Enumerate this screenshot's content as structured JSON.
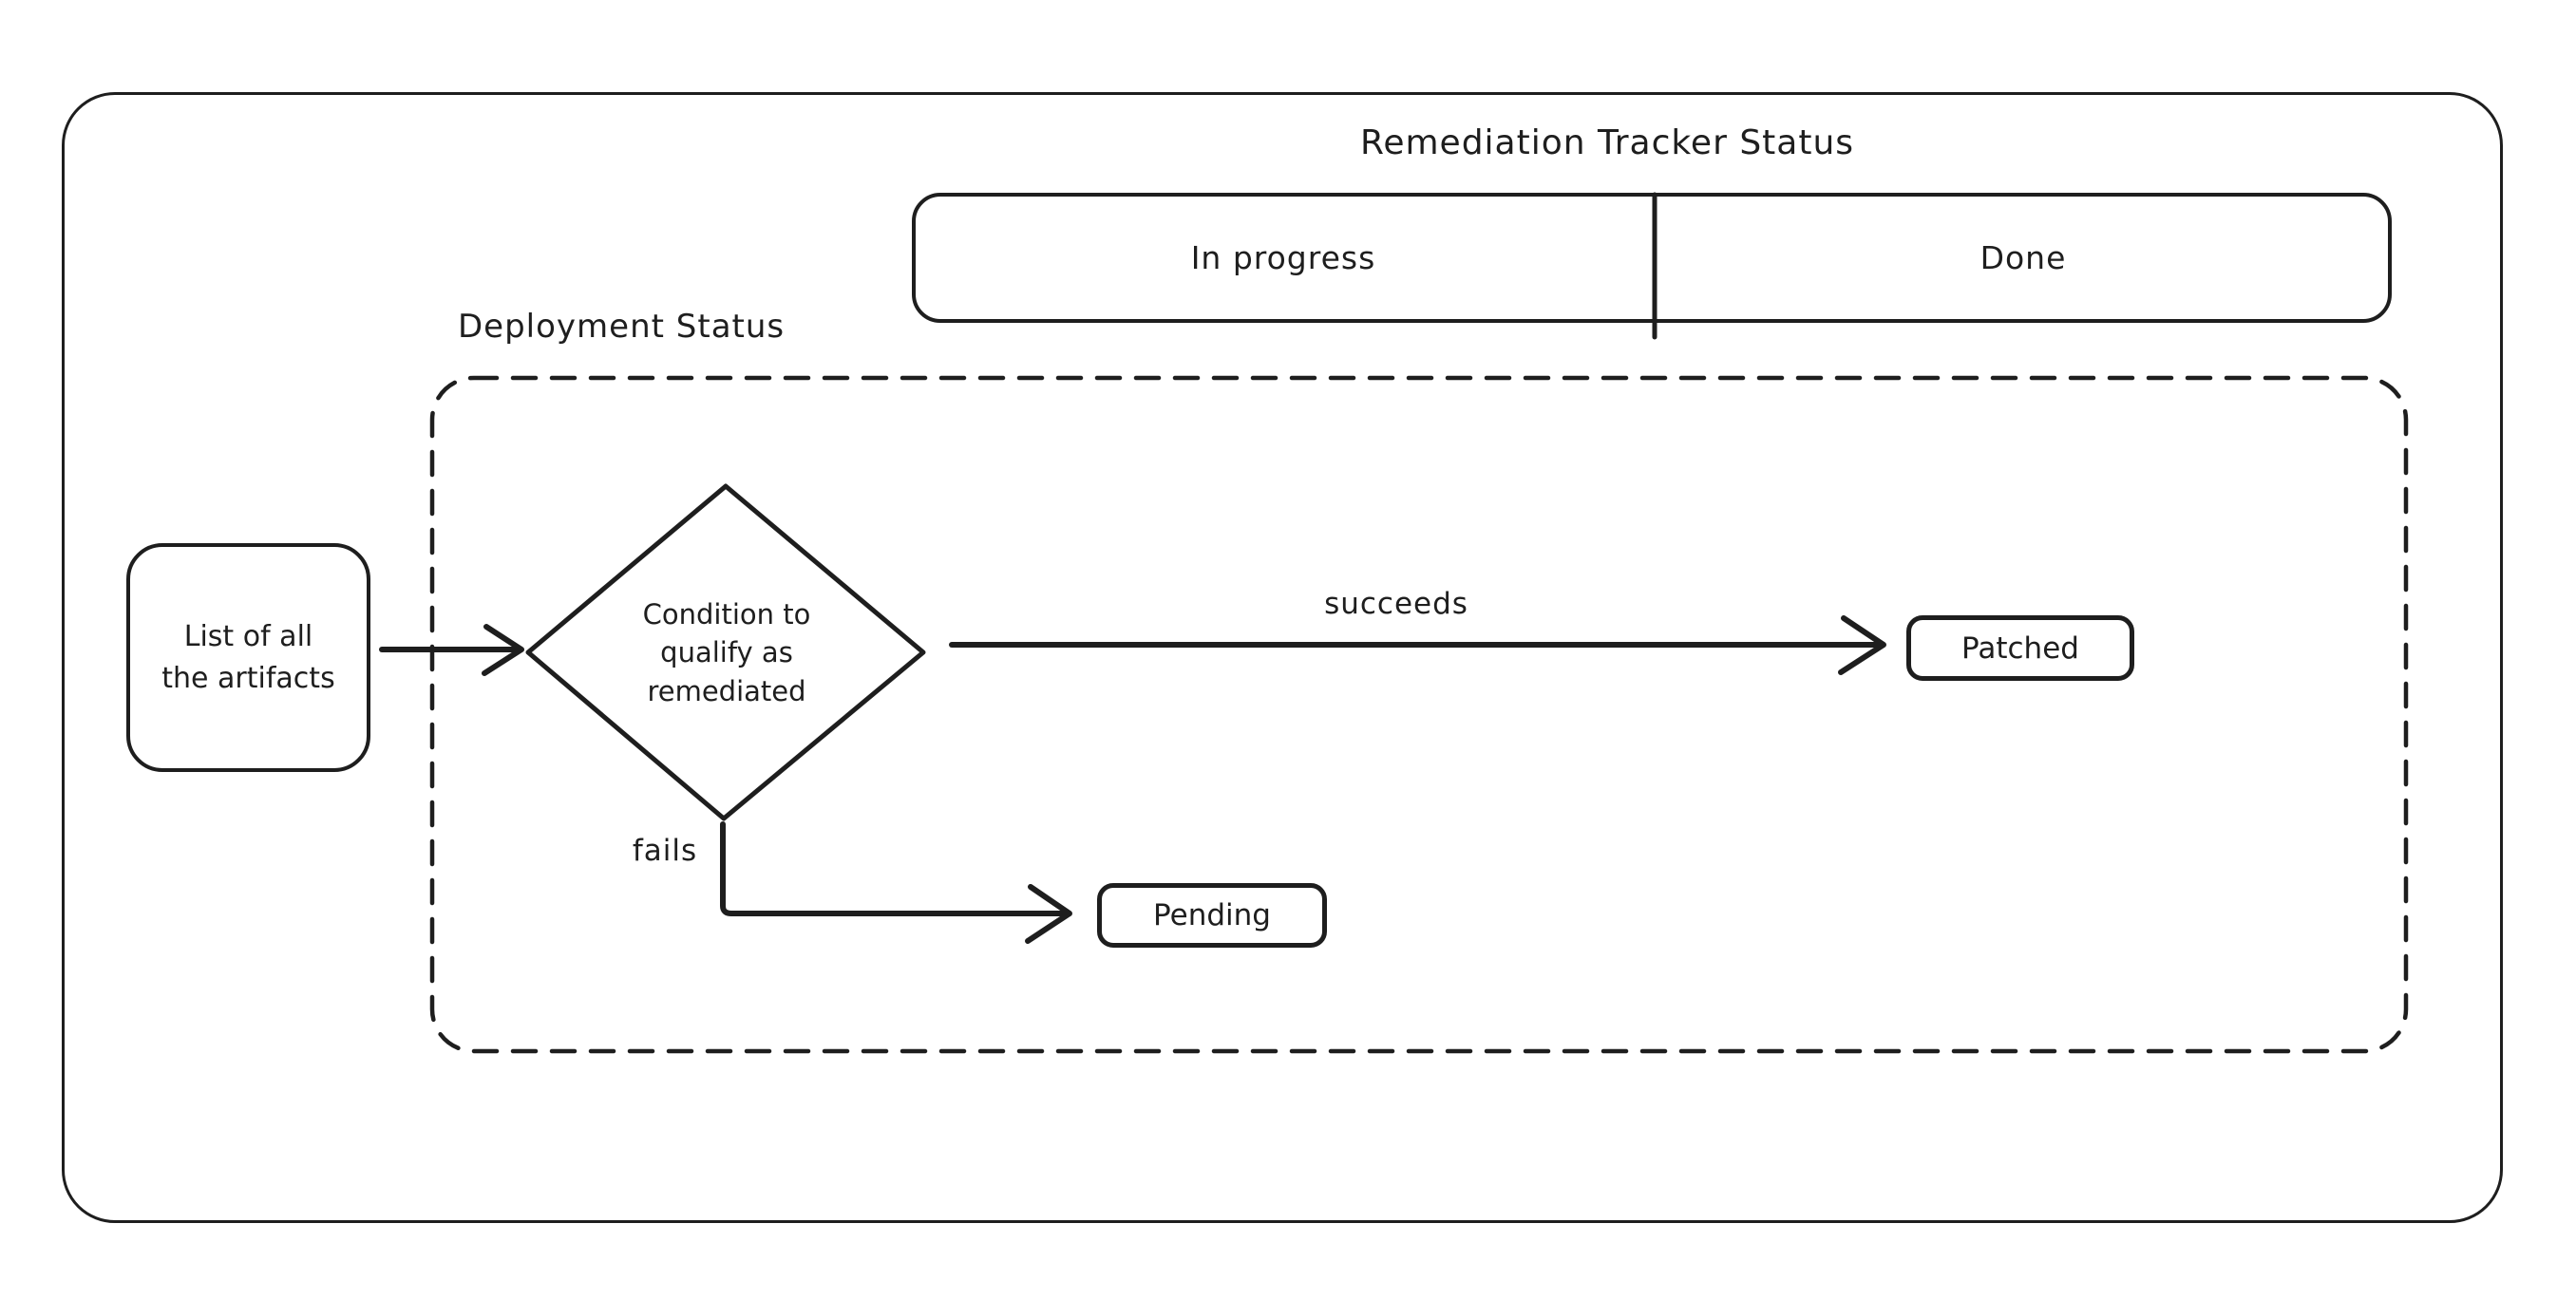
{
  "colors": {
    "stroke": "#1e1e1e",
    "background": "#ffffff"
  },
  "tracker": {
    "title": "Remediation Tracker Status",
    "columns": [
      {
        "label": "In progress"
      },
      {
        "label": "Done"
      }
    ]
  },
  "deployment": {
    "label": "Deployment Status",
    "nodes": {
      "artifacts": "List of all\nthe artifacts",
      "condition": "Condition to\nqualify as\nremediated",
      "patched": "Patched",
      "pending": "Pending"
    },
    "edges": {
      "succeeds": "succeeds",
      "fails": "fails"
    }
  }
}
